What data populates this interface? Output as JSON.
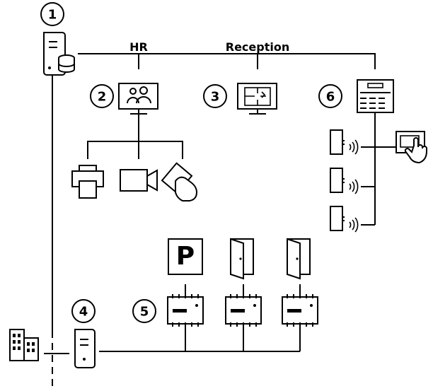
{
  "labels": {
    "hr": "HR",
    "reception": "Reception",
    "parking": "P"
  },
  "callouts": [
    "1",
    "2",
    "3",
    "4",
    "5",
    "6"
  ]
}
